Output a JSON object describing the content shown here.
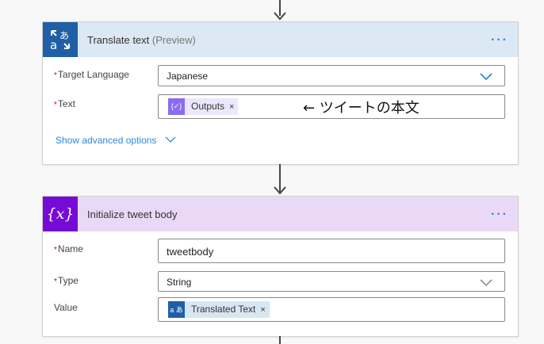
{
  "colors": {
    "translate_header_bg": "#dce8f4",
    "translate_icon_bg": "#1f5fa6",
    "variable_header_bg": "#e9d9f7",
    "variable_icon_bg": "#770bd6",
    "link": "#2b88d8",
    "token_expr_bg": "#8c6cf0",
    "token_expr_chip": "#ece7fc",
    "token_translate_bg": "#1f5fa6",
    "token_translate_chip": "#d8e6f4"
  },
  "translate_card": {
    "title": "Translate text",
    "title_suffix": "(Preview)",
    "icon": "translator-icon",
    "more_label": "···",
    "fields": [
      {
        "label": "Target Language",
        "required": true,
        "value": "Japanese",
        "type": "dropdown"
      },
      {
        "label": "Text",
        "required": true,
        "token": {
          "label": "Outputs",
          "icon": "expression-icon",
          "remove": "×"
        }
      }
    ],
    "advanced_link": "Show advanced options"
  },
  "annotation": "← ツイートの本文",
  "variable_card": {
    "title": "Initialize tweet body",
    "icon": "variable-icon",
    "icon_text": "{x}",
    "more_label": "···",
    "fields": [
      {
        "label": "Name",
        "required": true,
        "value": "tweetbody"
      },
      {
        "label": "Type",
        "required": true,
        "value": "String",
        "type": "dropdown"
      },
      {
        "label": "Value",
        "required": false,
        "token": {
          "label": "Translated Text",
          "icon": "translator-icon",
          "remove": "×"
        }
      }
    ]
  },
  "required_mark": "*"
}
